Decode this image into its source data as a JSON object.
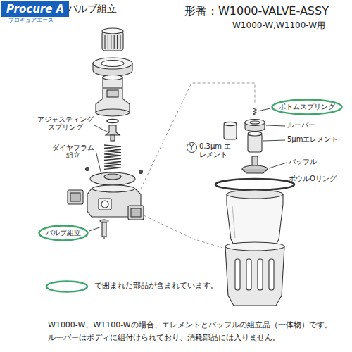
{
  "diagram": {
    "title": "バルブ組立",
    "nodes": [
      {
        "text": [
          "Procure A",
          "プロキュアエース"
        ]
      },
      {
        "text": [
          "ボトムスプリング"
        ]
      },
      {
        "text": [
          "バルブ組立"
        ]
      },
      {
        "text": [
          "Y"
        ]
      }
    ],
    "labels": [
      "形番：W1000-VALVE-ASSY",
      "W1000-W,W1100-W用",
      "アジャスティング スプリング",
      "ダイヤフラム 組立",
      "ルーバー",
      "5μmエレメント",
      "0.3μm エレメント",
      "バッフル",
      "ボウルOリング",
      "W1000-W、W1100-Wの場合、エレメントとバッフルの組立品（一体物）です。",
      "ルーバーはボディに組付けられており、消耗部品には入りません。"
    ],
    "legend": [
      {
        "text": "で囲まれた部品が含まれています。"
      }
    ]
  }
}
